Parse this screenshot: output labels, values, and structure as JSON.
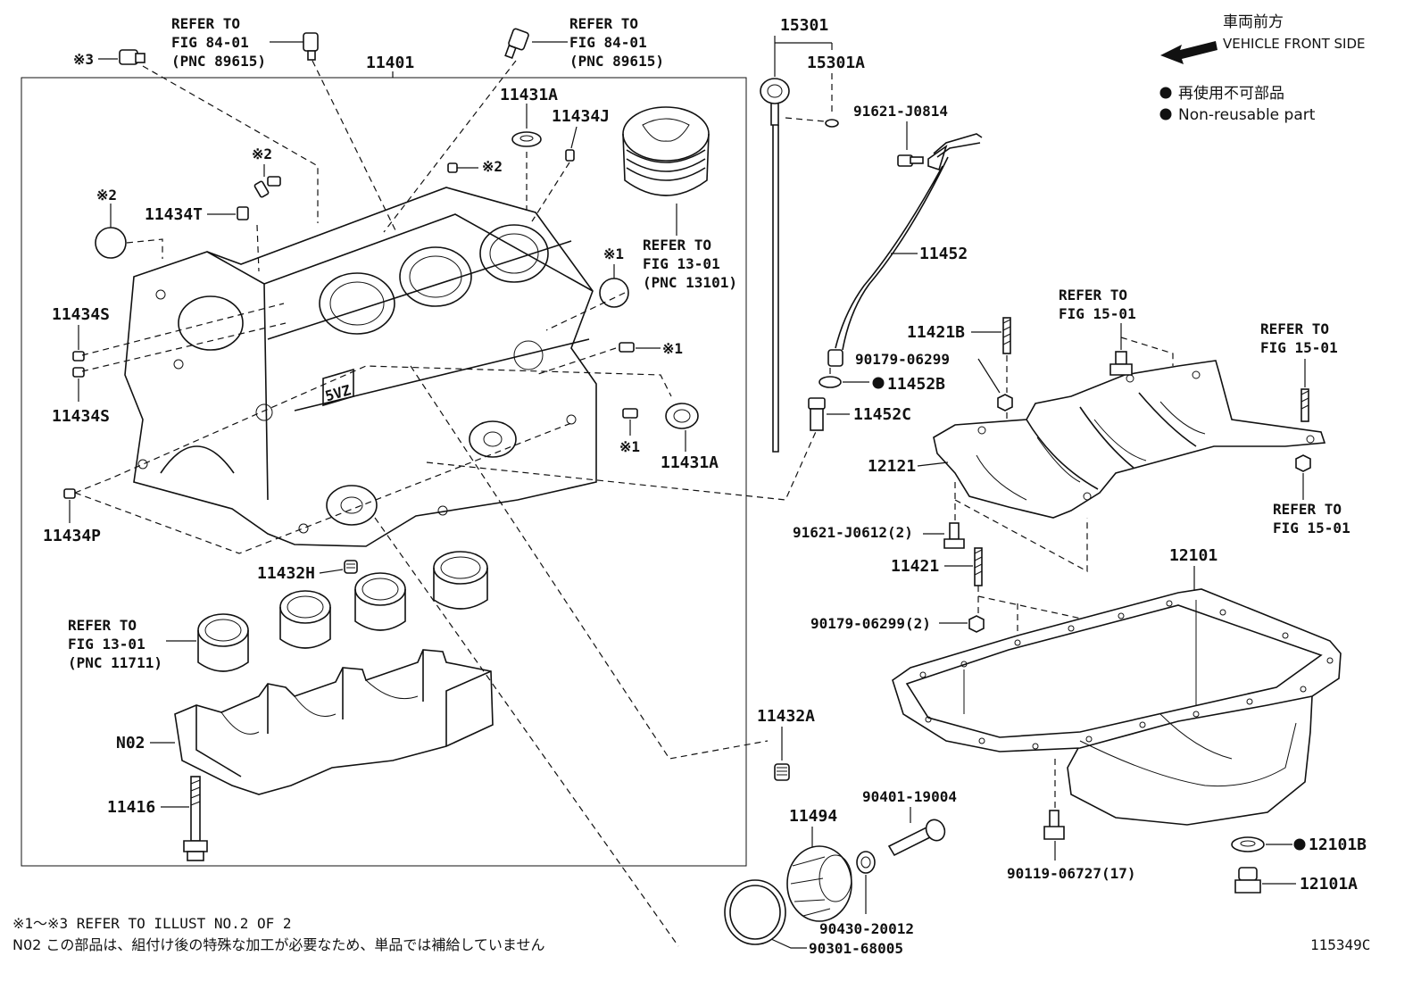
{
  "header": {
    "direction_jp": "車両前方",
    "direction_en": "VEHICLE FRONT SIDE",
    "legend_jp": "再使用不可部品",
    "legend_en": "Non-reusable part"
  },
  "refs": {
    "fig84_a": [
      "REFER TO",
      "FIG 84-01",
      "(PNC 89615)"
    ],
    "fig84_b": [
      "REFER TO",
      "FIG 84-01",
      "(PNC 89615)"
    ],
    "fig13_piston": [
      "REFER TO",
      "FIG 13-01",
      "(PNC 13101)"
    ],
    "fig13_bearing": [
      "REFER TO",
      "FIG 13-01",
      "(PNC 11711)"
    ],
    "fig15_a": [
      "REFER TO",
      "FIG 15-01"
    ],
    "fig15_b": [
      "REFER TO",
      "FIG 15-01"
    ],
    "fig15_c": [
      "REFER TO",
      "FIG 15-01"
    ]
  },
  "labels": {
    "p11401": "11401",
    "p11431A_top": "11431A",
    "p11434J": "11434J",
    "p11434T": "11434T",
    "p11434S_a": "11434S",
    "p11434S_b": "11434S",
    "p11434P": "11434P",
    "p11431A_side": "11431A",
    "p11432H": "11432H",
    "pN02": "N02",
    "p11416": "11416",
    "p11432A": "11432A",
    "p15301": "15301",
    "p15301A": "15301A",
    "p91621_J0814": "91621-J0814",
    "p11452": "11452",
    "p11421B": "11421B",
    "p90179_06299": "90179-06299",
    "p11452B": "11452B",
    "p11452C": "11452C",
    "p12121": "12121",
    "p91621_J0612": "91621-J0612(2)",
    "p11421": "11421",
    "p12101": "12101",
    "p90179_06299_2": "90179-06299(2)",
    "p90401_19004": "90401-19004",
    "p11494": "11494",
    "p90430_20012": "90430-20012",
    "p90301_68005": "90301-68005",
    "p90119_06727": "90119-06727(17)",
    "p12101B": "12101B",
    "p12101A": "12101A",
    "engine_stamp": "5VZ"
  },
  "marks": {
    "m3": "※3",
    "m2": "※2",
    "m1": "※1"
  },
  "footer": {
    "note1": "※1～※3 REFER TO ILLUST NO.2 OF 2",
    "note2": "N02 この部品は、組付け後の特殊な加工が必要なため、単品では補給していません",
    "illus_no": "115349C"
  }
}
